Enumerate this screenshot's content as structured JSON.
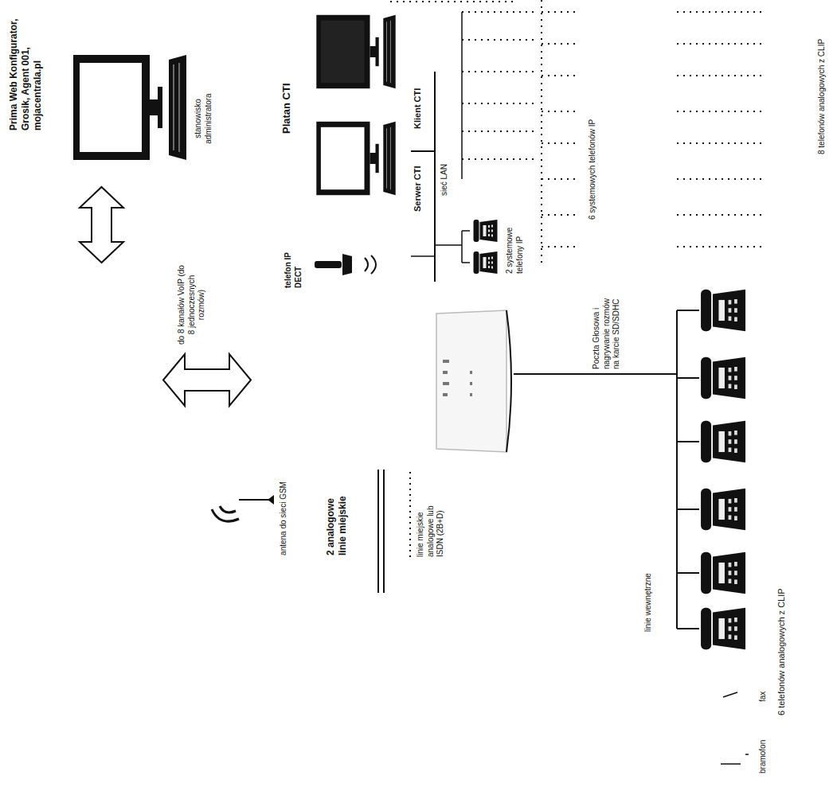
{
  "diagram": {
    "labels": [
      "Prima Web Konfigurator, Grosik, Agent 001, mojacentrala.pl",
      "stanowisko administratora",
      "do 8 kanałów VoIP (do 8 jednoczesnych rozmów)",
      "antena do sieci GSM",
      "2 analogowe linie miejskie",
      "linie miejskie analogowe lub ISDN (2B+D)",
      "linie wewnętrzne",
      "6 telefonów analogowych z CLIP",
      "Poczta Głosowa i nagrywanie rozmów na karcie SD/SDHC",
      "6 systemowych telefonów IP",
      "8 telefonów analogowych z CLIP",
      "Platan CTI",
      "Klient CTI",
      "Serwer CTI",
      "sieć LAN",
      "telefon IP DECT",
      "2 systemowe telefony IP",
      "bramofon",
      "fax"
    ]
  }
}
